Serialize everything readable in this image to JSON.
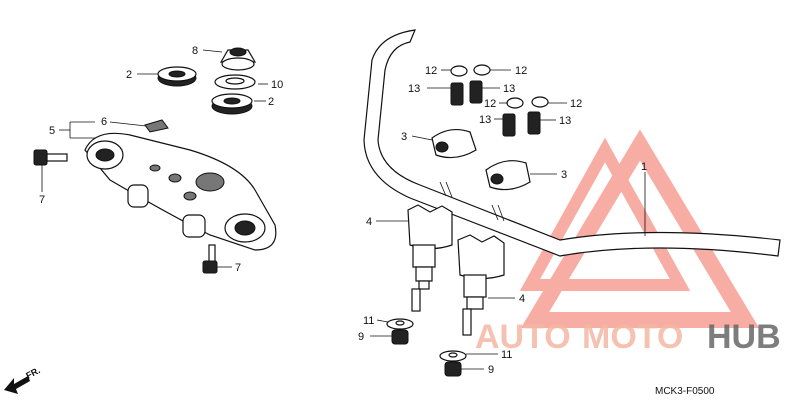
{
  "callouts": {
    "c1": "1",
    "c2a": "2",
    "c2b": "2",
    "c3a": "3",
    "c3b": "3",
    "c4a": "4",
    "c4b": "4",
    "c5": "5",
    "c6": "6",
    "c7a": "7",
    "c7b": "7",
    "c8": "8",
    "c9a": "9",
    "c9b": "9",
    "c10": "10",
    "c11a": "11",
    "c11b": "11",
    "c12a": "12",
    "c12b": "12",
    "c12c": "12",
    "c12d": "12",
    "c13a": "13",
    "c13b": "13",
    "c13c": "13",
    "c13d": "13"
  },
  "watermark": {
    "auto": "AUTO",
    "moto": "MOTO",
    "hub": "HUB",
    "color_light": "#f4b6a3",
    "color_dark": "#666666",
    "triangle_color": "#f26a5a"
  },
  "diagram_code": "MCK3-F0500",
  "direction_label": "FR."
}
